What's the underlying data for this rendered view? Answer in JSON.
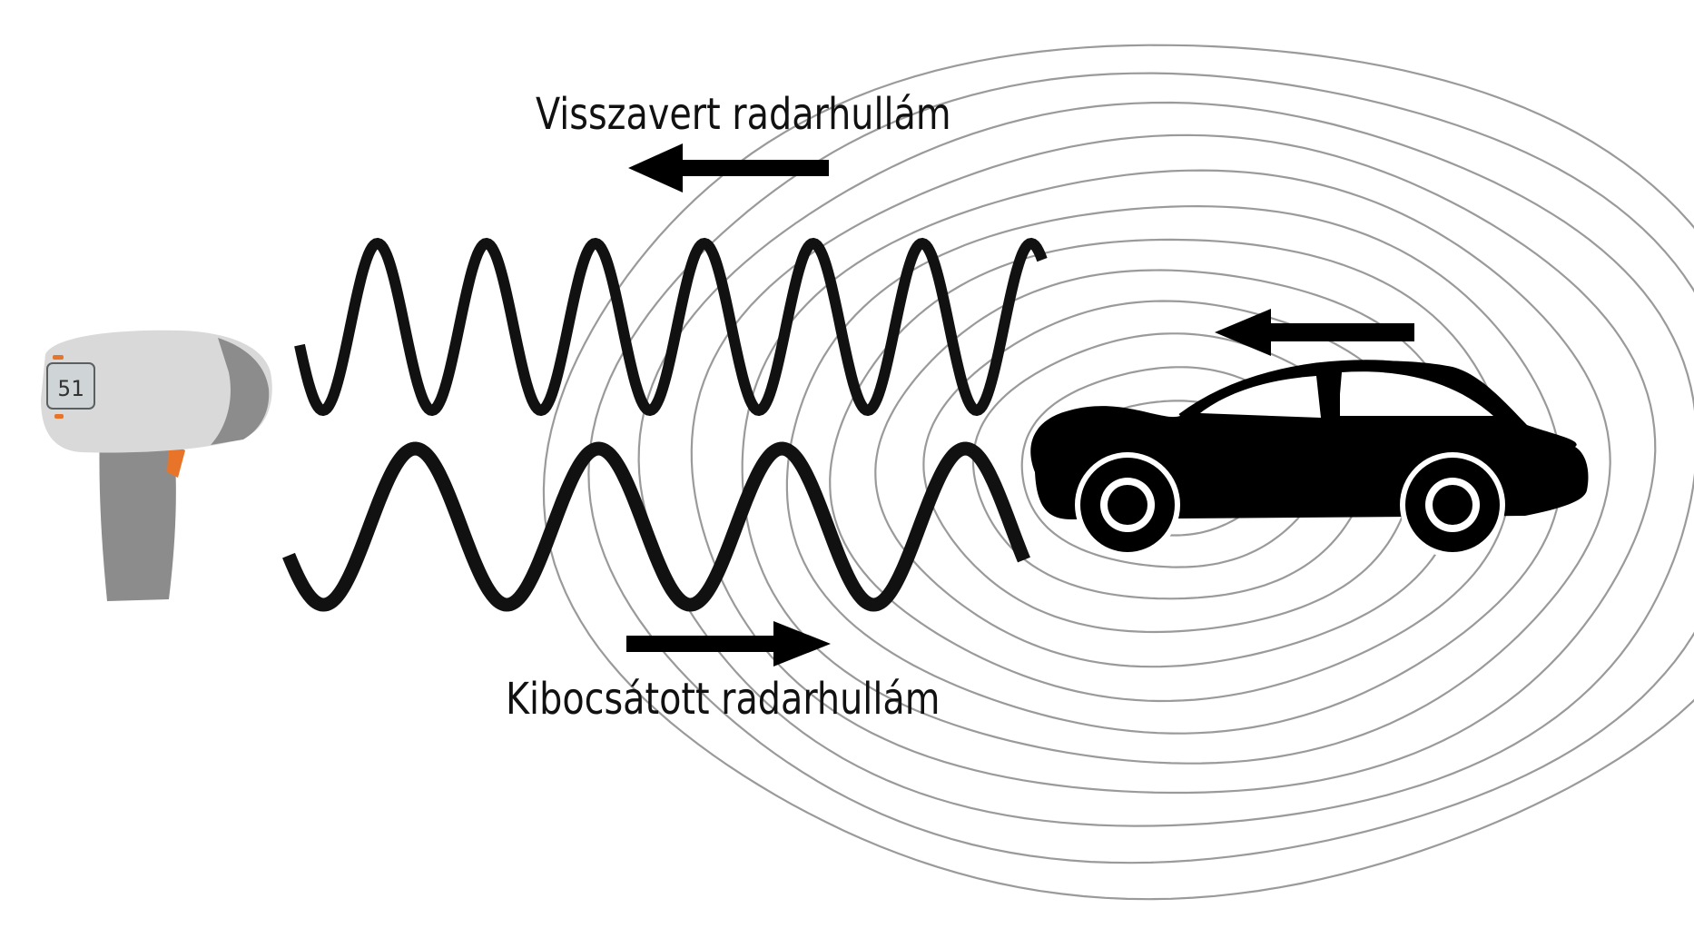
{
  "labels": {
    "reflected_wave": "Visszavert radarhullám",
    "emitted_wave": "Kibocsátott radarhullám"
  },
  "radar_gun": {
    "display_reading": "51",
    "body_color": "#d9d9d9",
    "grip_color": "#8c8c8c",
    "accent_color": "#e8742a",
    "screen_color": "#cfd5d6"
  },
  "colors": {
    "waves": "#111111",
    "arrows": "#000000",
    "car": "#000000",
    "rings": "#9a9a9a"
  },
  "icons": {
    "radar_gun": "radar-speed-gun-icon",
    "car": "car-icon",
    "arrow_reflected": "arrow-left-icon",
    "arrow_emitted": "arrow-right-icon",
    "arrow_car_motion": "arrow-left-icon"
  }
}
